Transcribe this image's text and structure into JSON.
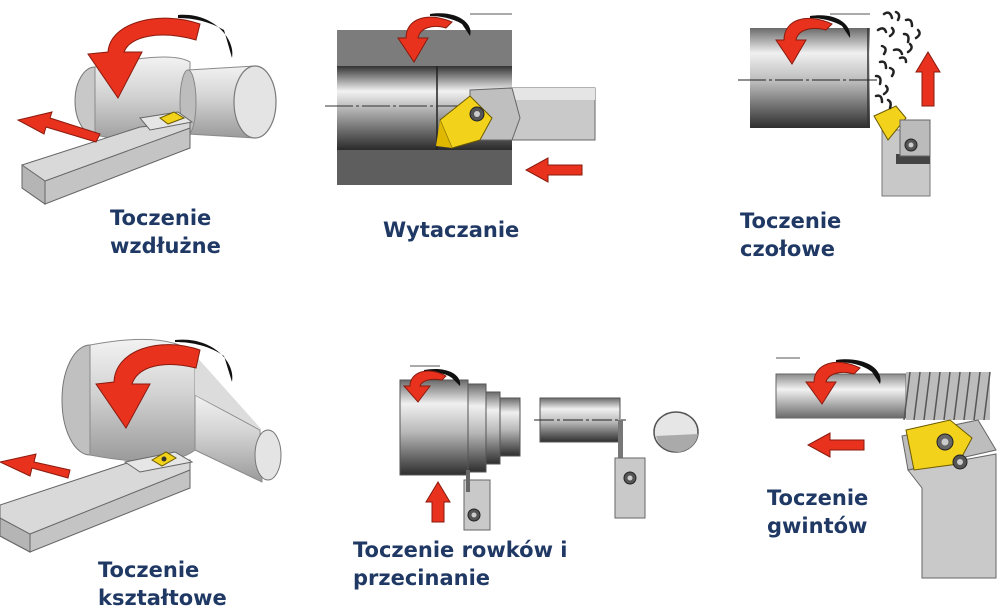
{
  "operations": [
    {
      "id": "longitudinal",
      "line1": "Toczenie",
      "line2": "wzdłużne"
    },
    {
      "id": "boring",
      "line1": "Wytaczanie",
      "line2": ""
    },
    {
      "id": "facing",
      "line1": "Toczenie",
      "line2": "czołowe"
    },
    {
      "id": "profile",
      "line1": "Toczenie",
      "line2": "kształtowe"
    },
    {
      "id": "grooving",
      "line1": "Toczenie rowków i",
      "line2": "przecinanie"
    },
    {
      "id": "threading",
      "line1": "Toczenie",
      "line2": "gwintów"
    }
  ],
  "colors": {
    "label": "#1f3864",
    "arrow": "#e8321e",
    "insert": "#f2d21b",
    "metal_light": "#d6d6d6",
    "metal_dark": "#4a4a4a"
  },
  "icons": [
    "rotation-arrow-icon",
    "feed-arrow-icon",
    "cutting-insert-icon",
    "chips-icon"
  ]
}
